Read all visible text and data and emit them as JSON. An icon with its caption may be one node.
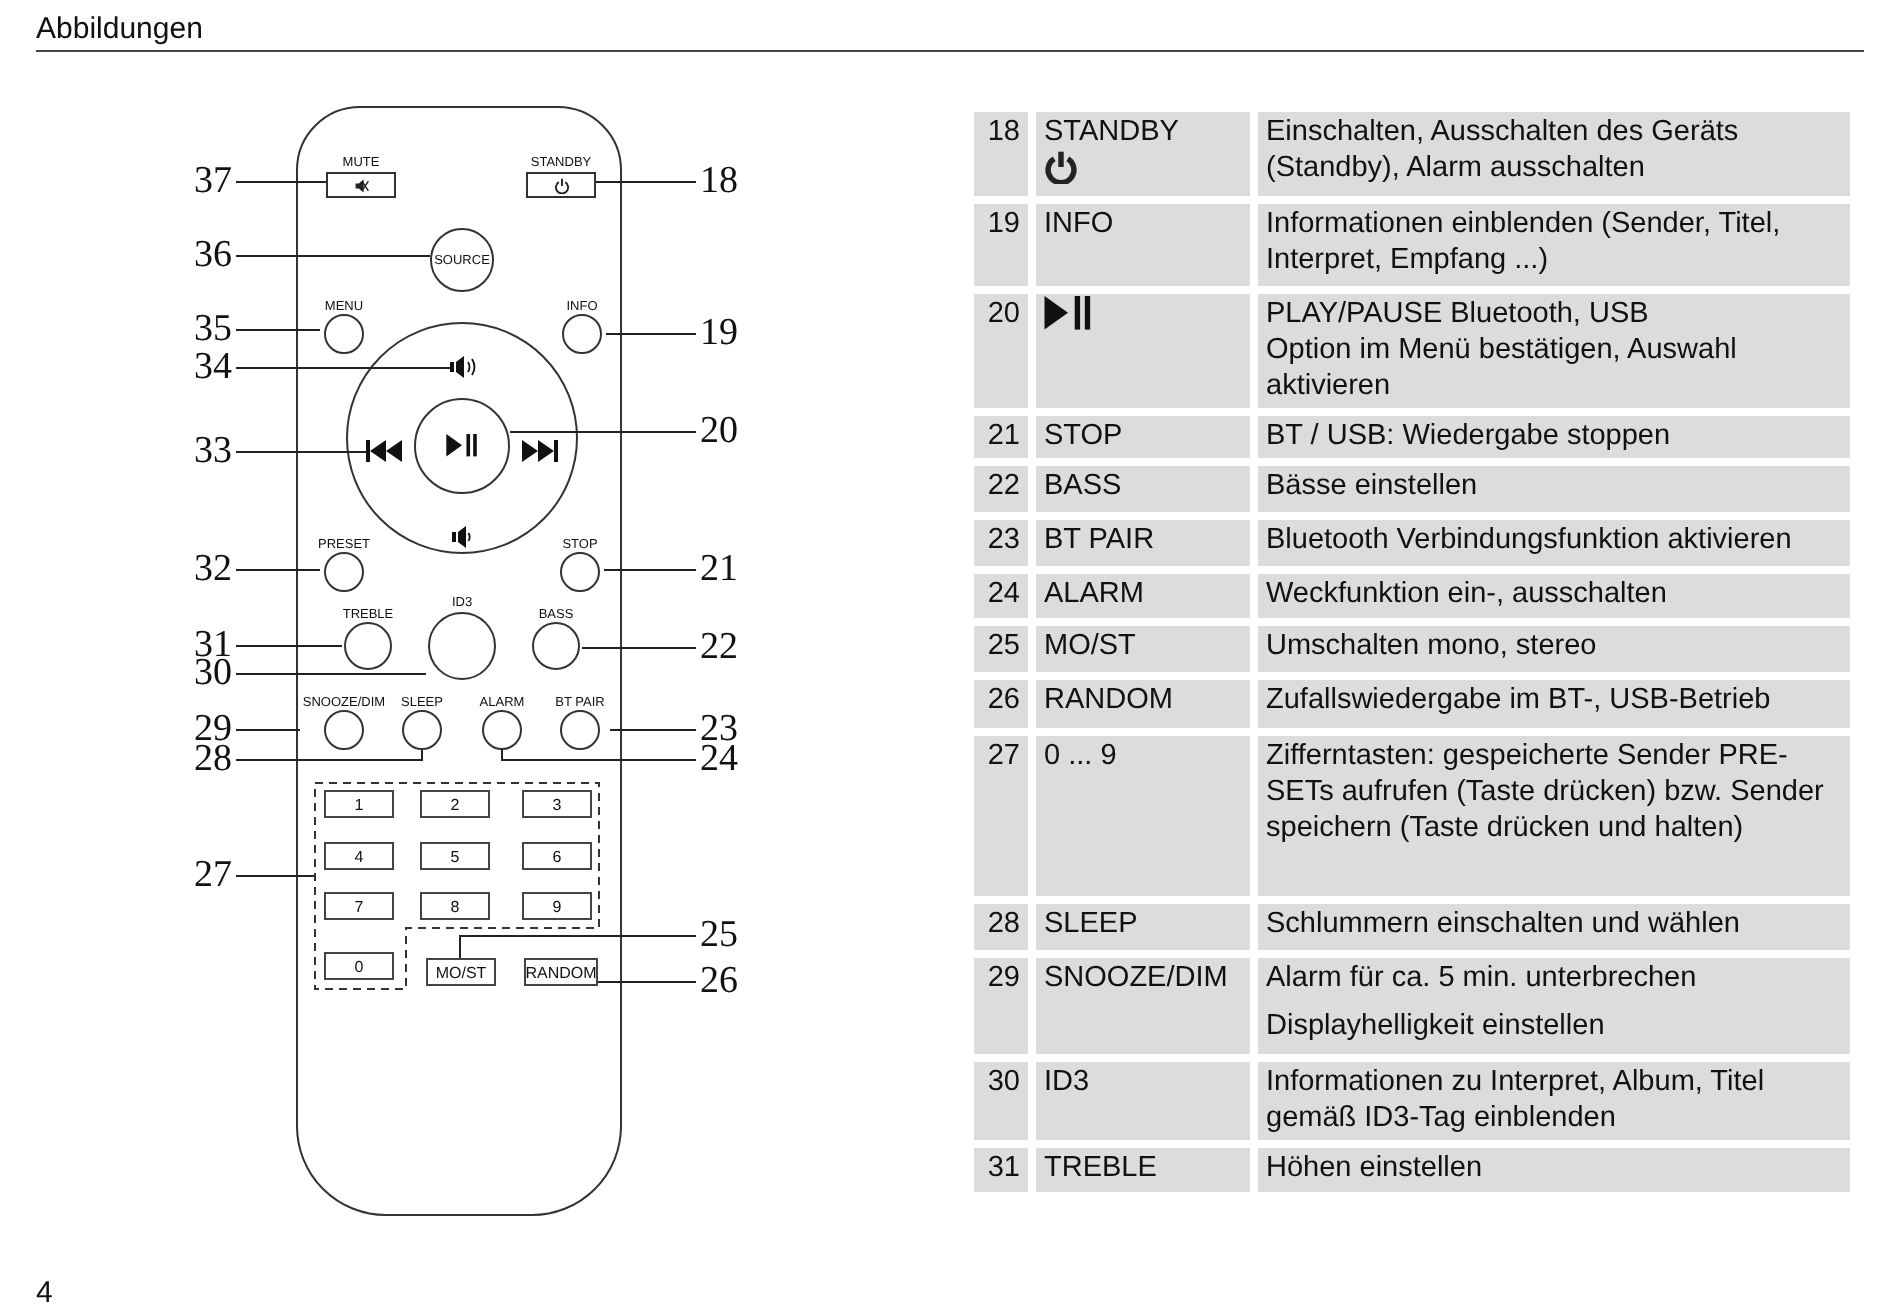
{
  "diagram": {
    "title": "Abbildungen",
    "nodes": [
      {
        "text": [
          "37"
        ]
      },
      {
        "text": [
          "18"
        ]
      },
      {
        "text": [
          "36"
        ]
      },
      {
        "text": [
          "35"
        ]
      },
      {
        "text": [
          "19"
        ]
      },
      {
        "text": [
          "34"
        ]
      },
      {
        "text": [
          "33"
        ]
      },
      {
        "text": [
          "20"
        ]
      },
      {
        "text": [
          "32"
        ]
      },
      {
        "text": [
          "21"
        ]
      },
      {
        "text": [
          "31"
        ]
      },
      {
        "text": [
          "22"
        ]
      },
      {
        "text": [
          "30"
        ]
      },
      {
        "text": [
          "29"
        ]
      },
      {
        "text": [
          "23"
        ]
      },
      {
        "text": [
          "28"
        ]
      },
      {
        "text": [
          "24"
        ]
      },
      {
        "text": [
          "27"
        ]
      },
      {
        "text": [
          "25"
        ]
      },
      {
        "text": [
          "26"
        ]
      },
      {
        "text": [
          "MUTE"
        ]
      },
      {
        "text": [
          "STANDBY"
        ]
      },
      {
        "text": [
          "SOURCE"
        ]
      },
      {
        "text": [
          "MENU"
        ]
      },
      {
        "text": [
          "INFO"
        ]
      },
      {
        "text": [],
        "shape": "picture"
      },
      {
        "text": [],
        "shape": "picture"
      },
      {
        "text": [],
        "shape": "circle"
      },
      {
        "text": [
          "PRESET"
        ]
      },
      {
        "text": [
          "STOP"
        ]
      },
      {
        "text": [
          "TREBLE"
        ]
      },
      {
        "text": [
          "ID3"
        ]
      },
      {
        "text": [
          "BASS"
        ]
      },
      {
        "text": [
          "SNOOZE/DIM"
        ]
      },
      {
        "text": [
          "SLEEP"
        ]
      },
      {
        "text": [
          "ALARM"
        ]
      },
      {
        "text": [
          "BT PAIR"
        ]
      },
      {
        "text": [],
        "shape": "box"
      },
      {
        "text": [
          "1"
        ],
        "in": 37
      },
      {
        "text": [
          "2"
        ],
        "in": 37
      },
      {
        "text": [
          "3"
        ],
        "in": 37
      },
      {
        "text": [
          "4"
        ],
        "in": 37
      },
      {
        "text": [
          "5"
        ],
        "in": 37
      },
      {
        "text": [
          "6"
        ],
        "in": 37
      },
      {
        "text": [
          "7"
        ],
        "in": 37
      },
      {
        "text": [
          "8"
        ],
        "in": 37
      },
      {
        "text": [
          "9"
        ],
        "in": 37
      },
      {
        "text": [
          "0"
        ],
        "in": 37
      },
      {
        "text": [
          "MO/ST"
        ]
      },
      {
        "text": [
          "RANDOM"
        ]
      }
    ],
    "edges": [
      {
        "from": 0,
        "to": 20,
        "arrow": "none"
      },
      {
        "from": 1,
        "to": 21,
        "arrow": "none"
      },
      {
        "from": 2,
        "to": 22,
        "arrow": "none"
      },
      {
        "from": 3,
        "to": 23,
        "arrow": "none"
      },
      {
        "from": 4,
        "to": 24,
        "arrow": "none"
      },
      {
        "from": 5,
        "to": 25,
        "arrow": "none"
      },
      {
        "from": 6,
        "to": 26,
        "arrow": "none"
      },
      {
        "from": 7,
        "to": 27,
        "arrow": "none"
      },
      {
        "from": 8,
        "to": 28,
        "arrow": "none"
      },
      {
        "from": 9,
        "to": 29,
        "arrow": "none"
      },
      {
        "from": 10,
        "to": 30,
        "arrow": "none"
      },
      {
        "from": 11,
        "to": 32,
        "arrow": "none"
      },
      {
        "from": 12,
        "to": 31,
        "arrow": "none"
      },
      {
        "from": 13,
        "to": 33,
        "arrow": "none"
      },
      {
        "from": 14,
        "to": 36,
        "arrow": "none"
      },
      {
        "from": 15,
        "to": 34,
        "arrow": "none"
      },
      {
        "from": 16,
        "to": 35,
        "arrow": "none"
      },
      {
        "from": 17,
        "to": 37,
        "arrow": "none"
      },
      {
        "from": 18,
        "to": 48,
        "arrow": "none"
      },
      {
        "from": 19,
        "to": 49,
        "arrow": "none"
      }
    ],
    "labels": [
      "18",
      "STANDBY",
      "Einschalten, Ausschalten des Geräts (Standby), Alarm ausschalten",
      "19",
      "INFO",
      "Informationen einblenden (Sender, Titel, Interpret, Empfang ...)",
      "20",
      "PLAY/PAUSE Bluetooth, USB",
      "Option im Menü bestätigen, Auswahl aktivieren",
      "21",
      "STOP",
      "BT / USB: Wiedergabe stoppen",
      "22",
      "BASS",
      "Bässe einstellen",
      "23",
      "BT PAIR",
      "Bluetooth Verbindungsfunktion aktivieren",
      "24",
      "ALARM",
      "Weckfunktion ein-, ausschalten",
      "25",
      "MO/ST",
      "Umschalten mono, stereo",
      "26",
      "RANDOM",
      "Zufallswiedergabe im BT-, USB-Betrieb",
      "27",
      "0 ... 9",
      "Zifferntasten: gespeicherte Sender PRE-SETs aufrufen (Taste drücken) bzw. Sender speichern (Taste drücken und halten)",
      "28",
      "SLEEP",
      "Schlummern einschalten und wählen",
      "29",
      "SNOOZE/DIM",
      "Alarm für ca. 5 min. unterbrechen",
      "Displayhelligkeit einstellen",
      "30",
      "ID3",
      "Informationen zu Interpret, Album, Titel gemäß ID3-Tag einblenden",
      "31",
      "TREBLE",
      "Höhen einstellen",
      "4"
    ]
  }
}
